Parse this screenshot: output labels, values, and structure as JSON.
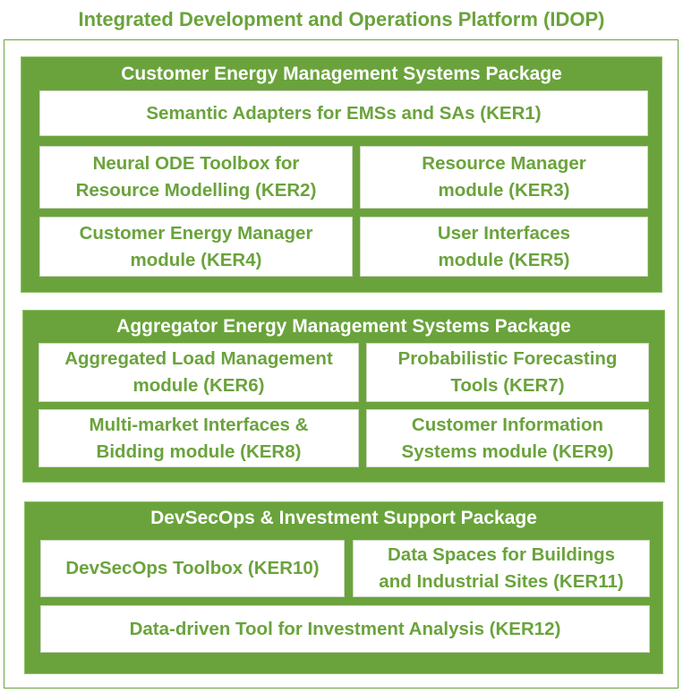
{
  "platform": {
    "title": "Integrated Development and Operations Platform (IDOP)"
  },
  "colors": {
    "green": "#6aa33c",
    "white": "#ffffff"
  },
  "packages": [
    {
      "title": "Customer Energy Management Systems Package",
      "modules": [
        {
          "lines": [
            "Semantic Adapters for EMSs and SAs  (KER1)"
          ]
        },
        {
          "lines": [
            "Neural ODE Toolbox for",
            "Resource Modelling (KER2)"
          ]
        },
        {
          "lines": [
            "Resource Manager",
            "module (KER3)"
          ]
        },
        {
          "lines": [
            "Customer Energy Manager",
            "module (KER4)"
          ]
        },
        {
          "lines": [
            "User Interfaces",
            "module (KER5)"
          ]
        }
      ]
    },
    {
      "title": "Aggregator Energy Management Systems Package",
      "modules": [
        {
          "lines": [
            "Aggregated Load Management",
            "module (KER6)"
          ]
        },
        {
          "lines": [
            "Probabilistic Forecasting",
            "Tools (KER7)"
          ]
        },
        {
          "lines": [
            "Multi-market Interfaces &",
            "Bidding module (KER8)"
          ]
        },
        {
          "lines": [
            "Customer Information",
            "Systems module (KER9)"
          ]
        }
      ]
    },
    {
      "title": "DevSecOps & Investment Support Package",
      "modules": [
        {
          "lines": [
            "DevSecOps Toolbox (KER10)"
          ]
        },
        {
          "lines": [
            "Data Spaces for Buildings",
            "and Industrial Sites (KER11)"
          ]
        },
        {
          "lines": [
            "Data-driven Tool for Investment Analysis (KER12)"
          ]
        }
      ]
    }
  ]
}
